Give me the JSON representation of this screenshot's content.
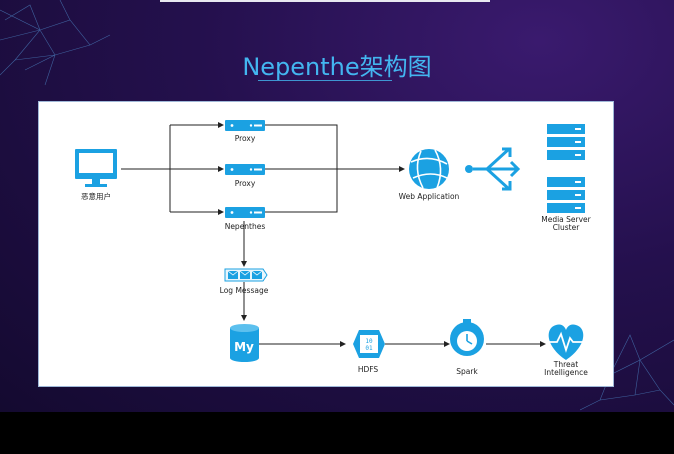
{
  "slide": {
    "title": "Nepenthe架构图"
  },
  "diagram": {
    "nodes": {
      "user": {
        "label": "恶意用户",
        "icon": "monitor-icon"
      },
      "proxy_top": {
        "label": "Proxy",
        "icon": "proxy-bar-icon"
      },
      "proxy_mid": {
        "label": "Proxy",
        "icon": "proxy-bar-icon"
      },
      "nepenthes": {
        "label": "Nepenthes",
        "icon": "proxy-bar-icon"
      },
      "web_app": {
        "label": "Web Application",
        "icon": "globe-icon"
      },
      "load_balancer": {
        "label": "",
        "icon": "load-balancer-icon"
      },
      "media_cluster": {
        "label_line1": "Media Server",
        "label_line2": "Cluster",
        "icon": "server-stack-icon"
      },
      "log_message": {
        "label": "Log Message",
        "icon": "envelope-queue-icon"
      },
      "mysql": {
        "label": "My",
        "icon": "database-icon"
      },
      "hdfs": {
        "label": "HDFS",
        "icon_text": "10\n01",
        "icon": "hdfs-hex-icon"
      },
      "spark": {
        "label": "Spark",
        "icon": "stopwatch-icon"
      },
      "threat": {
        "label_line1": "Threat",
        "label_line2": "Intelligence",
        "icon": "heart-pulse-icon"
      }
    },
    "colors": {
      "icon": "#1ba1e2",
      "line": "#222222",
      "title": "#43b6f0"
    }
  }
}
